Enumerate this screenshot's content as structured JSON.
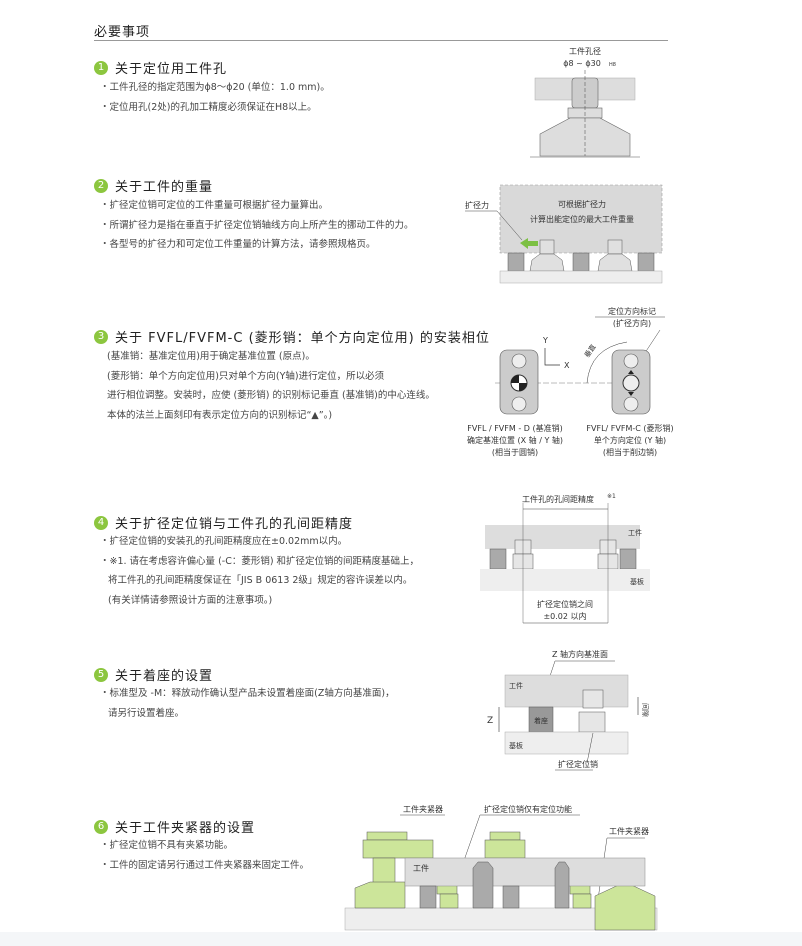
{
  "header": {
    "title": "必要事项"
  },
  "sections": [
    {
      "num": "1",
      "title": "关于定位用工件孔",
      "lines": [
        "・工件孔径的指定范围为ϕ8～ϕ20 (单位：1.0 mm)。",
        "・定位用孔(2处)的孔加工精度必须保证在H8以上。"
      ]
    },
    {
      "num": "2",
      "title": "关于工件的重量",
      "lines": [
        "・扩径定位销可定位的工件重量可根据扩径力量算出。",
        "・所谓扩径力是指在垂直于扩径定位销轴线方向上所产生的挪动工件的力。",
        "・各型号的扩径力和可定位工件重量的计算方法，请参照规格页。"
      ]
    },
    {
      "num": "3",
      "title": "关于 FVFL/FVFM-C (菱形销：单个方向定位用) 的安装相位",
      "lines": [
        "(基准销：基准定位用)用于确定基准位置 (原点)。",
        "(菱形销：单个方向定位用)只对单个方向(Y轴)进行定位，所以必须",
        "进行相位调整。安装时，应使 (菱形销) 的识别标记垂直 (基准销)的中心连线。",
        "本体的法兰上面刻印有表示定位方向的识别标记“▲”。)"
      ]
    },
    {
      "num": "4",
      "title": "关于扩径定位销与工件孔的孔间距精度",
      "lines": [
        "・扩径定位销的安装孔的孔间距精度应在±0.02mm以内。",
        "・※1. 请在考虑容许偏心量 (-C：菱形销) 和扩径定位销的间距精度基础上，",
        "将工件孔的孔间距精度保证在「JIS B 0613 2级」规定的容许误差以内。",
        "(有关详情请参照设计方面的注意事项。)"
      ]
    },
    {
      "num": "5",
      "title": "关于着座的设置",
      "lines": [
        "・标准型及 -M：释放动作确认型产品未设置着座面(Z轴方向基准面)，",
        "请另行设置着座。"
      ]
    },
    {
      "num": "6",
      "title": "关于工件夹紧器的设置",
      "lines": [
        "・扩径定位销不具有夹紧功能。",
        "・工件的固定请另行通过工件夹紧器来固定工件。"
      ]
    }
  ],
  "diagrams": {
    "d1": {
      "label": "工件孔径",
      "range": "ϕ8 ~ ϕ30",
      "tol": "H8"
    },
    "d2": {
      "force": "扩径力",
      "line1": "可根据扩径力",
      "line2": "计算出能定位的最大工件重量"
    },
    "d3": {
      "mark": "定位方向标记",
      "mark2": "(扩径方向)",
      "vertical": "垂直",
      "y": "Y",
      "x": "X",
      "left1": "FVFL / FVFM - D (基准销)",
      "left2": "确定基准位置 (X 轴 / Y 轴)",
      "left3": "(相当于圆销)",
      "right1": "FVFL/ FVFM-C (菱形销)",
      "right2": "单个方向定位 (Y 轴)",
      "right3": "(相当于削边销)"
    },
    "d4": {
      "top": "工件孔的孔间距精度",
      "note": "※1",
      "work": "工件",
      "base": "基板",
      "bottom1": "扩径定位销之间",
      "bottom2": "±0.02 以内"
    },
    "d5": {
      "ref": "Z 轴方向基准面",
      "work": "工件",
      "seat": "着座",
      "z": "Z",
      "gap": "间隙",
      "base": "基板",
      "pin": "扩径定位销"
    },
    "d6": {
      "clamp1": "工件夹紧器",
      "pinonly": "扩径定位销仅有定位功能",
      "clamp2": "工件夹紧器",
      "work": "工件"
    }
  },
  "colors": {
    "accent": "#8cc63f",
    "gray": "#d9d9d9",
    "dark": "#8c8c8c"
  }
}
